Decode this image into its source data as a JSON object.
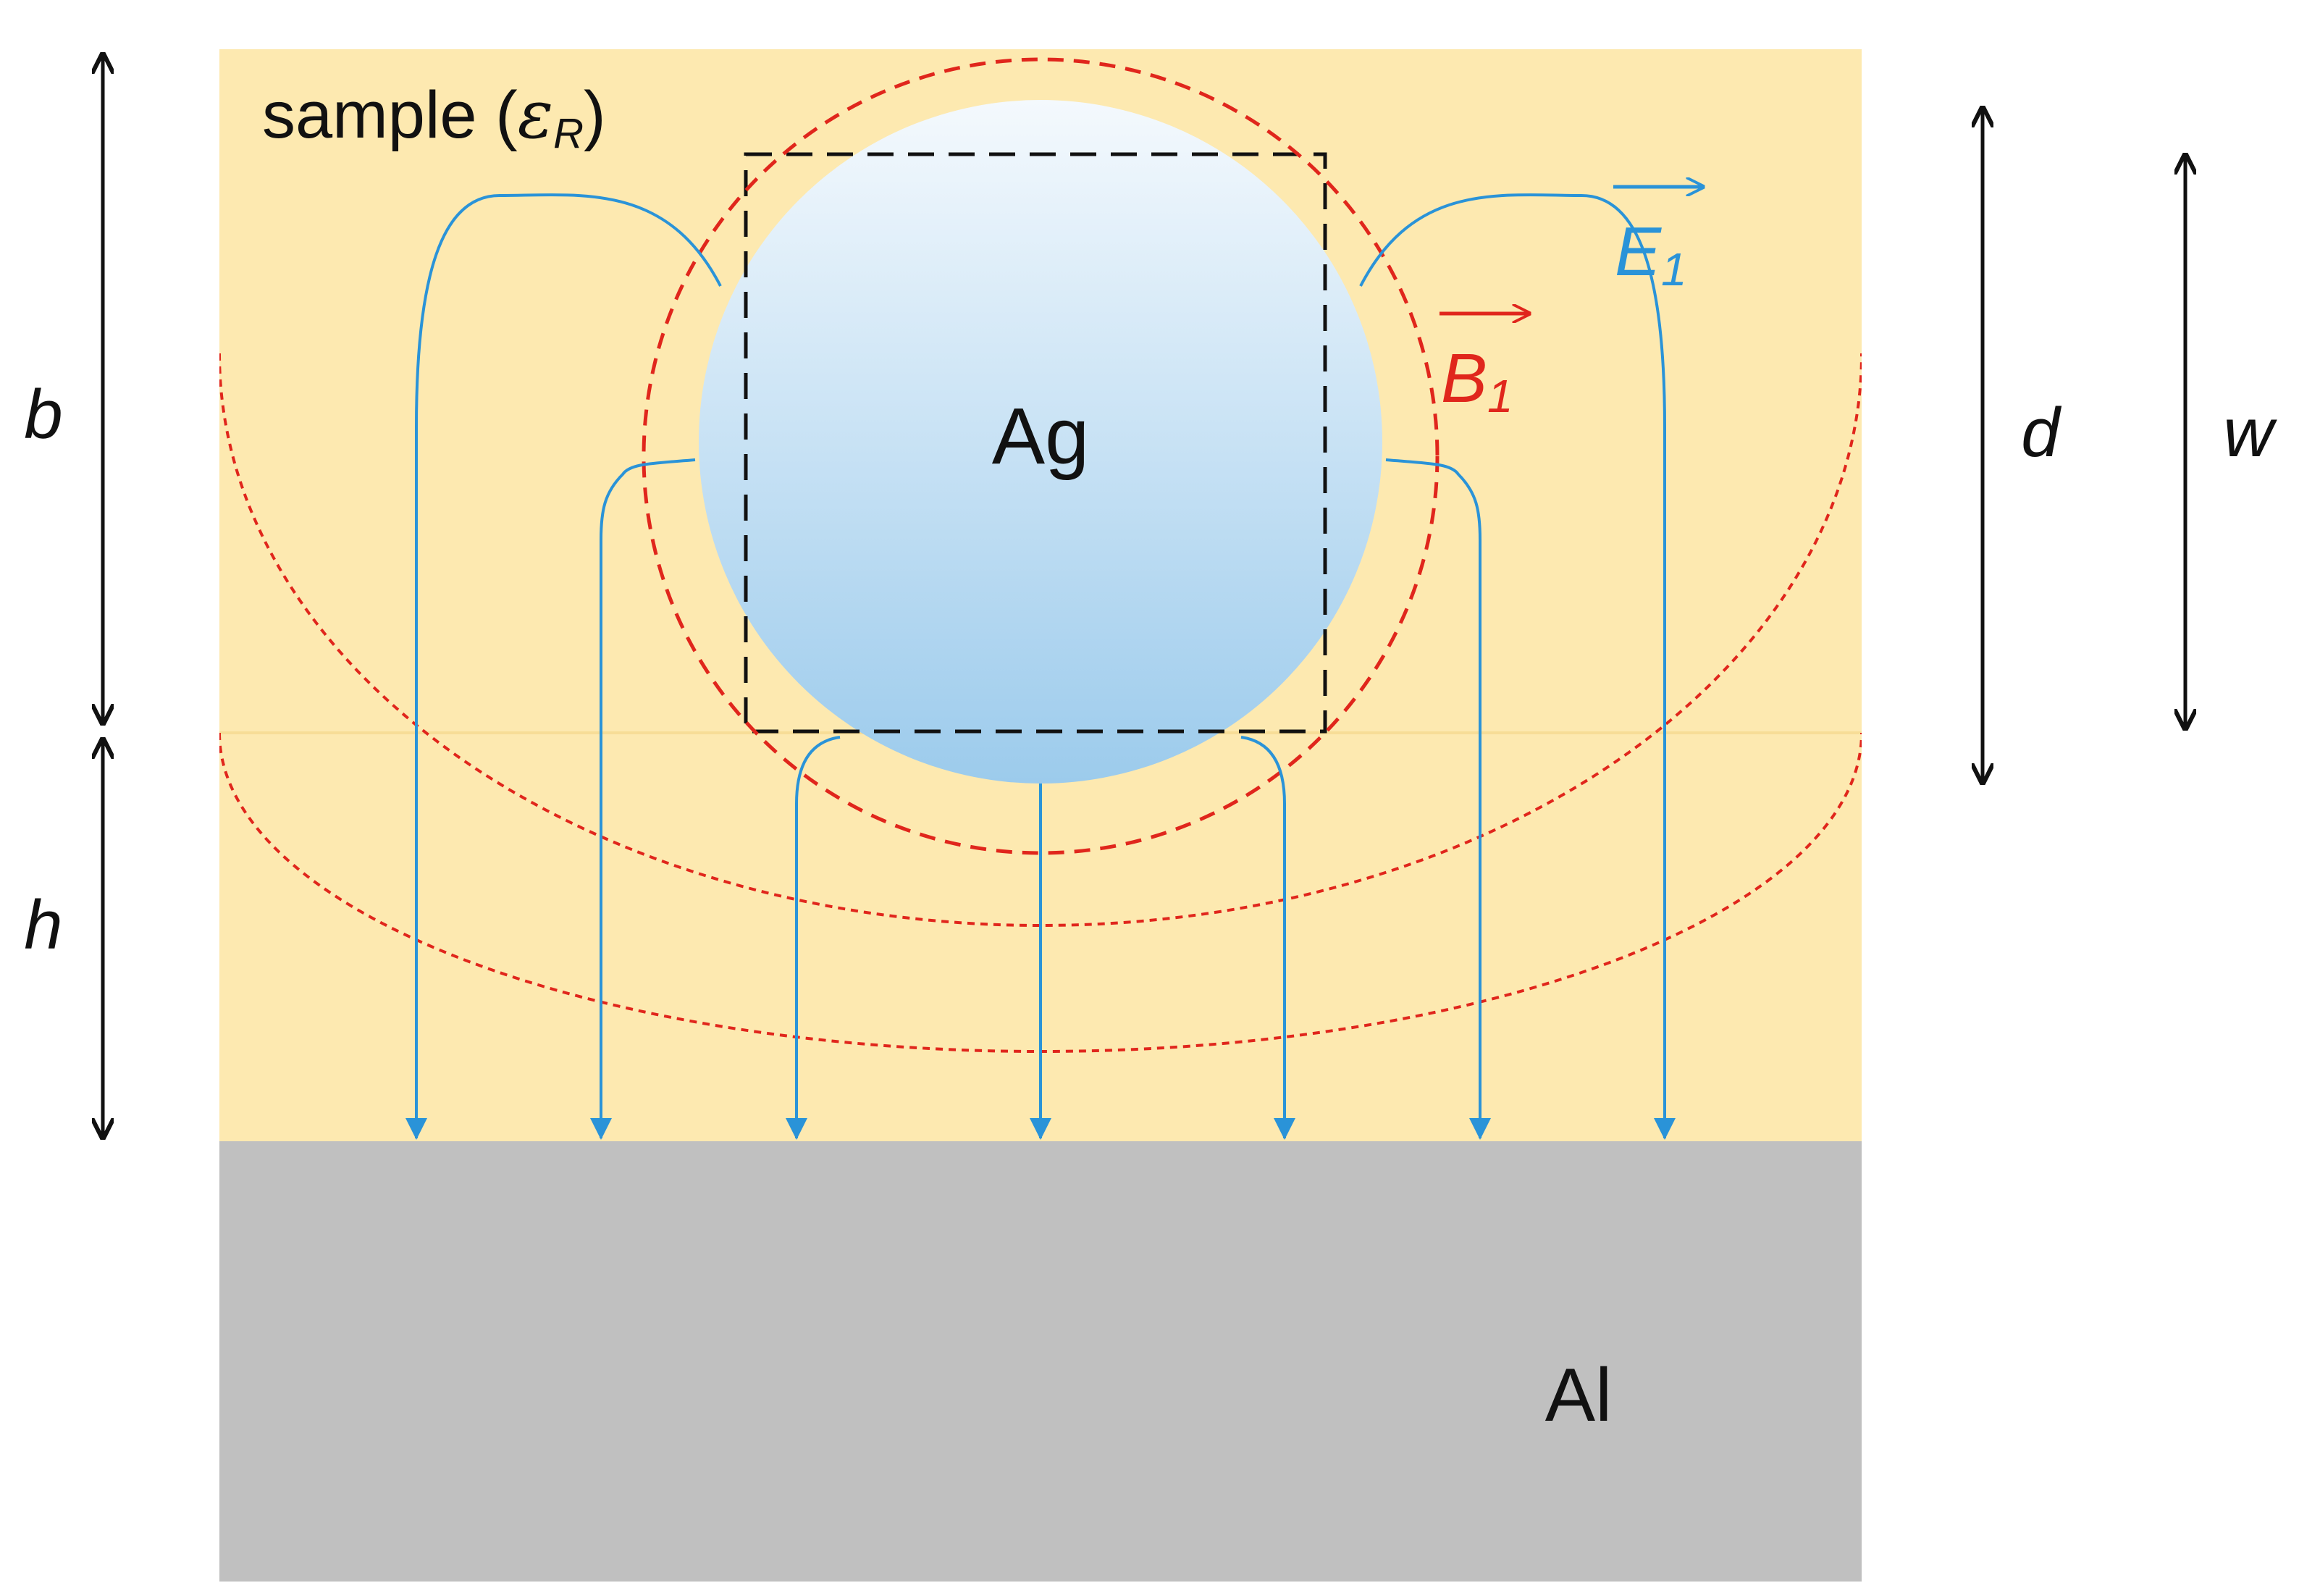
{
  "labels": {
    "sample_prefix": "sample (",
    "epsilon": "ε",
    "epsilon_sub": "R",
    "sample_suffix": ")",
    "ag": "Ag",
    "al": "Al",
    "b": "b",
    "h": "h",
    "d": "d",
    "w": "w",
    "e_vector": "E",
    "e_sub": "1",
    "b_vector": "B",
    "b_sub": "1"
  },
  "colors": {
    "sample_fill": "#fde9b0",
    "al_fill": "#c0c0c0",
    "ag_top": "#f4f9fd",
    "ag_bottom": "#9ccbec",
    "e_field": "#2a93d8",
    "b_field": "#e0261c",
    "dimension": "#111111"
  }
}
